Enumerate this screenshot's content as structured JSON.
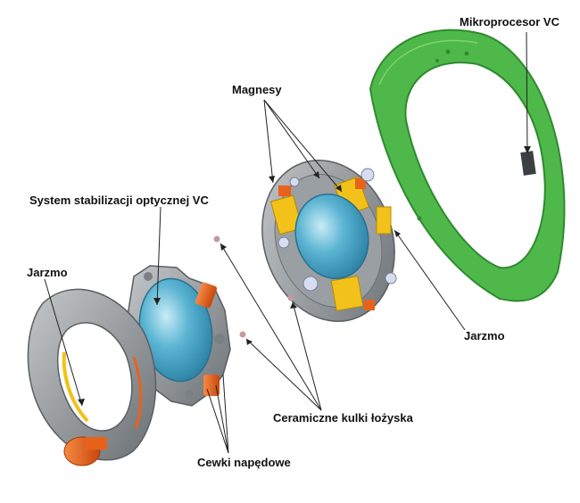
{
  "labels": {
    "mikroprocesor": "Mikroprocesor VC",
    "magnesy": "Magnesy",
    "system": "System stabilizacji optycznej VC",
    "jarzmo_left": "Jarzmo",
    "jarzmo_right": "Jarzmo",
    "ceramiczne": "Ceramiczne kulki łożyska",
    "cewki": "Cewki napędowe"
  },
  "colors": {
    "pcb_green": "#4fb84a",
    "pcb_edge": "#2f8a30",
    "metal_gray": "#9a9fa3",
    "metal_dark": "#6b7074",
    "lens_blue": "#5ab4d2",
    "magnet_yellow": "#f2c21b",
    "coil_orange": "#e8621c",
    "chip_dark": "#3b3f42",
    "ball_mauve": "#c49aa0"
  }
}
